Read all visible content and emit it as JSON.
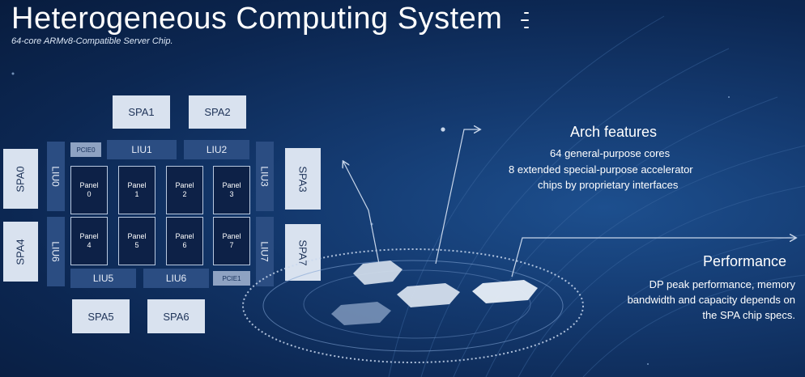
{
  "header": {
    "title": "Heterogeneous Computing System",
    "subtitle": "64-core ARMv8-Compatible Server Chip."
  },
  "diagram": {
    "spa_units": [
      "SPA1",
      "SPA2",
      "SPA0",
      "SPA3",
      "SPA4",
      "SPA7",
      "SPA5",
      "SPA6"
    ],
    "liu_units": [
      "LIU1",
      "LIU2",
      "LIU0",
      "LIU3",
      "LIU6",
      "LIU7",
      "LIU5",
      "LIU6"
    ],
    "pcie": [
      "PCIE0",
      "PCIE1"
    ],
    "panels": [
      {
        "label": "Panel",
        "index": "0"
      },
      {
        "label": "Panel",
        "index": "1"
      },
      {
        "label": "Panel",
        "index": "2"
      },
      {
        "label": "Panel",
        "index": "3"
      },
      {
        "label": "Panel",
        "index": "4"
      },
      {
        "label": "Panel",
        "index": "5"
      },
      {
        "label": "Panel",
        "index": "6"
      },
      {
        "label": "Panel",
        "index": "7"
      }
    ]
  },
  "arch_features": {
    "title": "Arch features",
    "lines": [
      "64 general-purpose cores",
      "8 extended special-purpose accelerator",
      "chips by proprietary interfaces"
    ]
  },
  "performance": {
    "title": "Performance",
    "lines": [
      "DP peak performance, memory",
      "bandwidth and capacity depends on",
      "the SPA  chip specs."
    ]
  },
  "colors": {
    "background": "#0c2752",
    "spa_fill": "#d9e2ef",
    "liu_fill": "#2b4d82",
    "pcie_fill": "#8ea2c2",
    "panel_fill": "#0d2147"
  }
}
